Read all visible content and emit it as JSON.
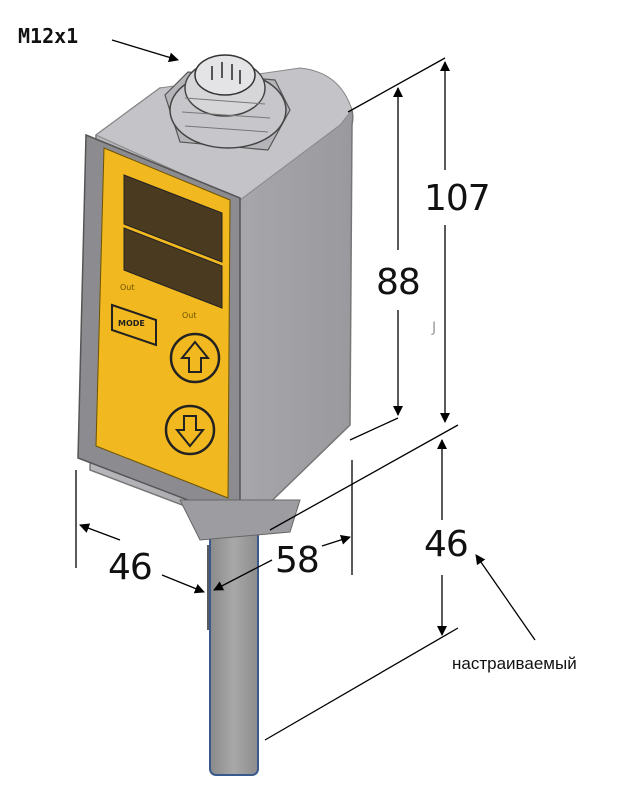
{
  "labels": {
    "thread": "M12x1",
    "height_total": "107",
    "height_body": "88",
    "width_front": "46",
    "depth": "58",
    "probe_length": "46",
    "probe_note": "настраиваемый"
  },
  "display": {
    "out1": "Out",
    "out2": "Out",
    "mode_button": "MODE"
  },
  "colors": {
    "housing": "#a9a9ad",
    "front_panel": "#f2b81f",
    "bezel": "#8c8c90",
    "probe": "#9c9c9c",
    "probe_outline": "#3b5a8c"
  },
  "icons": [
    "arrow-up-icon",
    "arrow-down-icon"
  ]
}
